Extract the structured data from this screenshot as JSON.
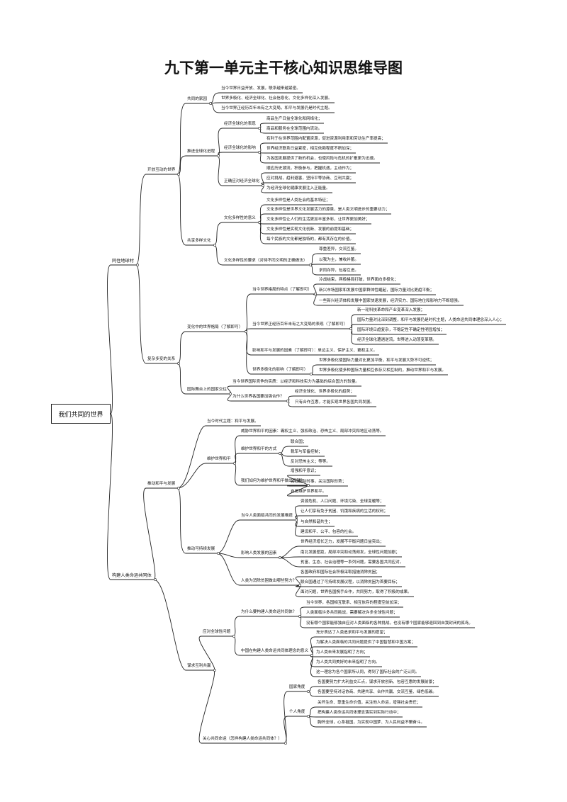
{
  "title": "九下第一单元主干核心知识思维导图",
  "root": "我们共同的世界",
  "nodes": [
    {
      "t": "同住地球村",
      "p": "root"
    },
    {
      "t": "开放互动的世界",
      "p": "同住地球村"
    },
    {
      "t": "共同的家园",
      "p": "开放互动的世界"
    },
    {
      "t": "当今世界日益开放、发展，联系越来越紧密。",
      "p": "共同的家园"
    },
    {
      "t": "世界多极化、经济全球化、社会信息化、文化多样化深入发展。",
      "p": "共同的家园"
    },
    {
      "t": "当今世界正经历百年未有之大变局，和平与发展仍是时代主题。",
      "p": "共同的家园"
    },
    {
      "t": "推进全球化进程",
      "p": "开放互动的世界"
    },
    {
      "t": "经济全球化的表现",
      "p": "推进全球化进程"
    },
    {
      "t": "商品生产日益全球化和网络化；",
      "p": "经济全球化的表现"
    },
    {
      "t": "商品和服务在全球范围内流动。",
      "p": "经济全球化的表现"
    },
    {
      "t": "经济全球化的影响",
      "p": "推进全球化进程"
    },
    {
      "t": "有利于在世界范围内配置资源，促进资源利用率和劳动生产率提高；",
      "p": "经济全球化的影响"
    },
    {
      "t": "世界经济联系日益紧密，相互依赖程度不断加深；",
      "p": "经济全球化的影响"
    },
    {
      "t": "为各国发展提供了新的机会，也使风险与危机的扩散更为迅速。",
      "p": "经济全球化的影响"
    },
    {
      "t": "正确应对经济全球化",
      "p": "推进全球化进程"
    },
    {
      "t": "顺应历史潮流，积极参与，把握机遇，主动作为；",
      "p": "正确应对经济全球化"
    },
    {
      "t": "应对挑战，趋利避害，坚持平等协商、互利共赢；",
      "p": "正确应对经济全球化"
    },
    {
      "t": "为经济全球化健康发展注入正能量。",
      "p": "正确应对经济全球化"
    },
    {
      "t": "共享多样文化",
      "p": "开放互动的世界"
    },
    {
      "t": "文化多样性的意义",
      "p": "共享多样文化"
    },
    {
      "t": "文化多样性是人类社会的基本特征；",
      "p": "文化多样性的意义"
    },
    {
      "t": "文化多样性是世界文化发展活力的源泉，是人类文明进步的重要动力；",
      "p": "文化多样性的意义"
    },
    {
      "t": "文化多样性让人们的生活更加丰富多彩，让世界更加美好；",
      "p": "文化多样性的意义"
    },
    {
      "t": "文化多样性是实现文化创新、发展的前提和基础；",
      "p": "文化多样性的意义"
    },
    {
      "t": "每个民族的文化都是独特的，都有其存在的价值。",
      "p": "文化多样性的意义"
    },
    {
      "t": "文化多样性的要求（对待不同文明的正确做法）",
      "p": "共享多样文化"
    },
    {
      "t": "尊重差异，交流互鉴。",
      "p": "文化多样性的要求（对待不同文明的正确做法）"
    },
    {
      "t": "以我为主，兼收并蓄。",
      "p": "文化多样性的要求（对待不同文明的正确做法）"
    },
    {
      "t": "求同存异，包容互进。",
      "p": "文化多样性的要求（对待不同文明的正确做法）"
    },
    {
      "t": "复杂多变的关系",
      "p": "同住地球村"
    },
    {
      "t": "变化中的世界格局（了解即可）",
      "p": "复杂多变的关系"
    },
    {
      "t": "当今世界格局的特点（了解即可）",
      "p": "变化中的世界格局（了解即可）"
    },
    {
      "t": "冷战结束，两极格局打破，世界面向多极化；",
      "p": "当今世界格局的特点（了解即可）"
    },
    {
      "t": "新兴市场国家和发展中国家群体性崛起，国际力量对比更趋平衡；",
      "p": "当今世界格局的特点（了解即可）"
    },
    {
      "t": "一些新兴经济体和发展中国家快速发展，经济实力、国际地位和影响力不断增强。",
      "p": "当今世界格局的特点（了解即可）"
    },
    {
      "t": "当今世界正经历百年未有之大变局的表现（了解即可）",
      "p": "变化中的世界格局（了解即可）"
    },
    {
      "t": "新一轮科技革命和产业变革深入发展；",
      "p": "当今世界正经历百年未有之大变局的表现（了解即可）"
    },
    {
      "t": "国际力量对比深刻调整，和平与发展仍是时代主题，人类命运共同体理念深入人心；",
      "p": "当今世界正经历百年未有之大变局的表现（了解即可）"
    },
    {
      "t": "国际环境日趋复杂，不稳定性不确定性明显增加；",
      "p": "当今世界正经历百年未有之大变局的表现（了解即可）"
    },
    {
      "t": "经济全球化遭遇逆流，世界进入动荡变革期。",
      "p": "当今世界正经历百年未有之大变局的表现（了解即可）"
    },
    {
      "t": "影响和平与发展的因素（了解即可）：单边主义、保护主义、霸权主义。",
      "p": "变化中的世界格局（了解即可）"
    },
    {
      "t": "世界多极化的影响（了解即可）",
      "p": "变化中的世界格局（了解即可）"
    },
    {
      "t": "世界多极化使国际力量对比更加平衡，和平与发展大势不可逆转；",
      "p": "世界多极化的影响（了解即可）"
    },
    {
      "t": "世界多极化使多种国际力量相互依存又相互制约，推动世界和平与发展。",
      "p": "世界多极化的影响（了解即可）"
    },
    {
      "t": "国际舞台上的国家交往",
      "p": "复杂多变的关系"
    },
    {
      "t": "当今世界国际竞争的实质：以经济和科技实力为基础的综合国力的较量。",
      "p": "国际舞台上的国家交往"
    },
    {
      "t": "为什么世界各国要加强合作？",
      "p": "国际舞台上的国家交往"
    },
    {
      "t": "经济全球化、世界多极化的趋势；",
      "p": "为什么世界各国要加强合作？"
    },
    {
      "t": "只有合作互惠，才能实现世界各国共同发展。",
      "p": "为什么世界各国要加强合作？"
    },
    {
      "t": "构建人类命运共同体",
      "p": "root"
    },
    {
      "t": "推动和平与发展",
      "p": "构建人类命运共同体"
    },
    {
      "t": "当今时代主题：和平与发展。",
      "p": "推动和平与发展"
    },
    {
      "t": "维护世界和平",
      "p": "推动和平与发展"
    },
    {
      "t": "威胁世界和平的因素：霸权主义、强权政治、恐怖主义、局部冲突和地区动荡等。",
      "p": "维护世界和平"
    },
    {
      "t": "维护世界和平的方式",
      "p": "维护世界和平"
    },
    {
      "t": "联合国；",
      "p": "维护世界和平的方式"
    },
    {
      "t": "裁军与军备控制；",
      "p": "维护世界和平的方式"
    },
    {
      "t": "反对恐怖主义；等等。",
      "p": "维护世界和平的方式"
    },
    {
      "t": "我们如何为维护世界和平做出贡献？",
      "p": "维护世界和平"
    },
    {
      "t": "增强和平意识；",
      "p": "我们如何为维护世界和平做出贡献？"
    },
    {
      "t": "关心国际时事，关注国际形势；",
      "p": "我们如何为维护世界和平做出贡献？"
    },
    {
      "t": "自觉维护世界和平。",
      "p": "我们如何为维护世界和平做出贡献？"
    },
    {
      "t": "推动可持续发展",
      "p": "推动和平与发展"
    },
    {
      "t": "当今人类面临共同的发展难题",
      "p": "推动可持续发展"
    },
    {
      "t": "资源危机、人口问题、环境污染、全球变暖等；",
      "p": "当今人类面临共同的发展难题"
    },
    {
      "t": "让人们享有免于贫困、饥饿和疾病的生活的权利；",
      "p": "当今人类面临共同的发展难题"
    },
    {
      "t": "与自然和谐共生；",
      "p": "当今人类面临共同的发展难题"
    },
    {
      "t": "建设和平、公平、包容的社会。",
      "p": "当今人类面临共同的发展难题"
    },
    {
      "t": "影响人类发展的因素",
      "p": "推动可持续发展"
    },
    {
      "t": "世界经济增长乏力，发展不平衡问题日益突出；",
      "p": "影响人类发展的因素"
    },
    {
      "t": "南北发展差距，局部冲突和动荡频发，全球性问题加剧；",
      "p": "影响人类发展的因素"
    },
    {
      "t": "贫富、生态、社会治理等一系列问题，需要各国共同应对。",
      "p": "影响人类发展的因素"
    },
    {
      "t": "人类为消除贫困做出哪些努力？",
      "p": "推动可持续发展"
    },
    {
      "t": "各国政府和国际社会积极采取措施消除贫困；",
      "p": "人类为消除贫困做出哪些努力？"
    },
    {
      "t": "联合国通过了可持续发展议程，以消除贫困为首要目标；",
      "p": "人类为消除贫困做出哪些努力？"
    },
    {
      "t": "面对问题，世界各国携手合作，共同努力，取得了积极的成果。",
      "p": "人类为消除贫困做出哪些努力？"
    },
    {
      "t": "谋求互利共赢",
      "p": "构建人类命运共同体"
    },
    {
      "t": "应对全球性问题",
      "p": "谋求互利共赢"
    },
    {
      "t": "为什么要构建人类命运共同体？",
      "p": "应对全球性问题"
    },
    {
      "t": "当今世界，各国相互联系、相互依存的程度空前加深；",
      "p": "为什么要构建人类命运共同体？"
    },
    {
      "t": "人类面临许多共同挑战，需要解决许多全球性问题；",
      "p": "为什么要构建人类命运共同体？"
    },
    {
      "t": "没有哪个国家能够独自应对人类面临的各种挑战，也没有哪个国家能够退回到自我封闭的孤岛。",
      "p": "为什么要构建人类命运共同体？"
    },
    {
      "t": "中国在构建人类命运共同体理念的意义",
      "p": "应对全球性问题"
    },
    {
      "t": "充分表达了人类追求和平与发展的愿望；",
      "p": "中国在构建人类命运共同体理念的意义"
    },
    {
      "t": "为解决人类面临的共同问题提供了中国智慧和中国方案；",
      "p": "中国在构建人类命运共同体理念的意义"
    },
    {
      "t": "为人类未来发展指明了方向；",
      "p": "中国在构建人类命运共同体理念的意义"
    },
    {
      "t": "为人类共同美好的未来指明了方向。",
      "p": "中国在构建人类命运共同体理念的意义"
    },
    {
      "t": "这一理念为各个国家所认同，得到了国际社会的广泛认同。",
      "p": "中国在构建人类命运共同体理念的意义"
    },
    {
      "t": "关心共同命运（怎样构建人类命运共同体？）",
      "p": "谋求互利共赢"
    },
    {
      "t": "国家角度",
      "p": "关心共同命运（怎样构建人类命运共同体？）"
    },
    {
      "t": "各国要努力扩大利益交汇点，谋求开放创新、包容互惠的发展前景；",
      "p": "国家角度"
    },
    {
      "t": "各国要坚持对话协商、共建共享、合作共赢、交流互鉴、绿色低碳。",
      "p": "国家角度"
    },
    {
      "t": "个人角度",
      "p": "关心共同命运（怎样构建人类命运共同体？）"
    },
    {
      "t": "关怀生命、尊重生命价值，关注他人命运，增强社会责任；",
      "p": "个人角度"
    },
    {
      "t": "把构建人类命运共同体理念落实到实际行动中；",
      "p": "个人角度"
    },
    {
      "t": "胸怀全球，心系祖国，为实现中国梦、为人民利益不懈奋斗。",
      "p": "个人角度"
    }
  ]
}
